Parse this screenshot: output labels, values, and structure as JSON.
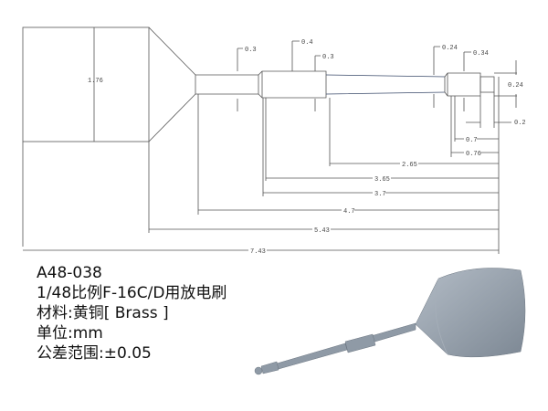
{
  "drawing": {
    "dimensions": {
      "head_diameter": "1.76",
      "shaft_dia_1": "0.3",
      "collar_dia": "0.4",
      "collar_inner": "0.3",
      "taper_end_dia": "0.24",
      "collar2_dia": "0.34",
      "tip_dia": "0.24",
      "tip_len": "0.2",
      "len_0_7": "0.7",
      "len_0_76": "0.76",
      "len_2_65": "2.65",
      "len_3_65": "3.65",
      "len_3_7": "3.7",
      "len_4_7": "4.7",
      "len_5_43": "5.43",
      "len_7_43": "7.43"
    }
  },
  "info": {
    "part_number": "A48-038",
    "title": "1/48比例F-16C/D用放电刷",
    "material": "材料:黄铜[ Brass ]",
    "unit": "单位:mm",
    "tolerance": "公差范围:±0.05"
  },
  "colors": {
    "line": "#555555",
    "model": "#8f9aa6"
  }
}
